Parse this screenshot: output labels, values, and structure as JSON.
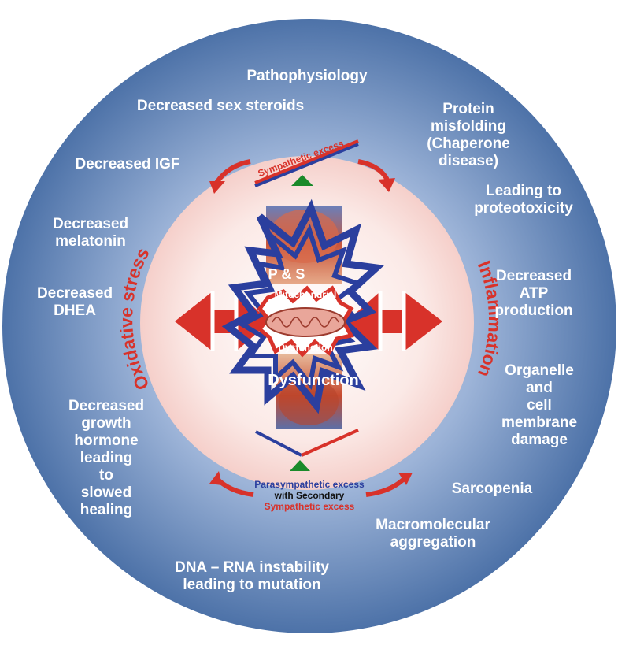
{
  "outer_labels": {
    "top": "Pathophysiology",
    "left": [
      "Decreased sex steroids",
      "Decreased IGF",
      "Decreased\nmelatonin",
      "Decreased\nDHEA",
      "Decreased\ngrowth\nhormone\nleading\nto\nslowed\nhealing"
    ],
    "right": [
      "Protein\nmisfolding\n(Chaperone\ndisease)",
      "Leading to\nproteotoxicity",
      "Decreased\nATP\nproduction",
      "Organelle\nand\ncell\nmembrane\ndamage",
      "Sarcopenia",
      "Macromolecular\naggregation"
    ],
    "bottom": "DNA – RNA instability\nleading to mutation"
  },
  "inner": {
    "left_arc": "Oxidative stress",
    "right_arc": "Inflammation",
    "top_balance": "Sympathetic excess",
    "bottom_balance_line1": "Parasympathetic excess",
    "bottom_balance_line2": "with Secondary",
    "bottom_balance_line3": "Sympathetic excess",
    "center_ps": "P & S",
    "center_mito": "Mitochondrial",
    "center_dysf_small": "Dysfunction",
    "center_dysf_big": "Dysfunction"
  },
  "colors": {
    "outer_circle": "#5e83b7",
    "inner_circle": "#fbe6e3",
    "accent_red": "#d8322a",
    "accent_blue": "#2b3f9e",
    "balance_green": "#1a8a2a"
  }
}
